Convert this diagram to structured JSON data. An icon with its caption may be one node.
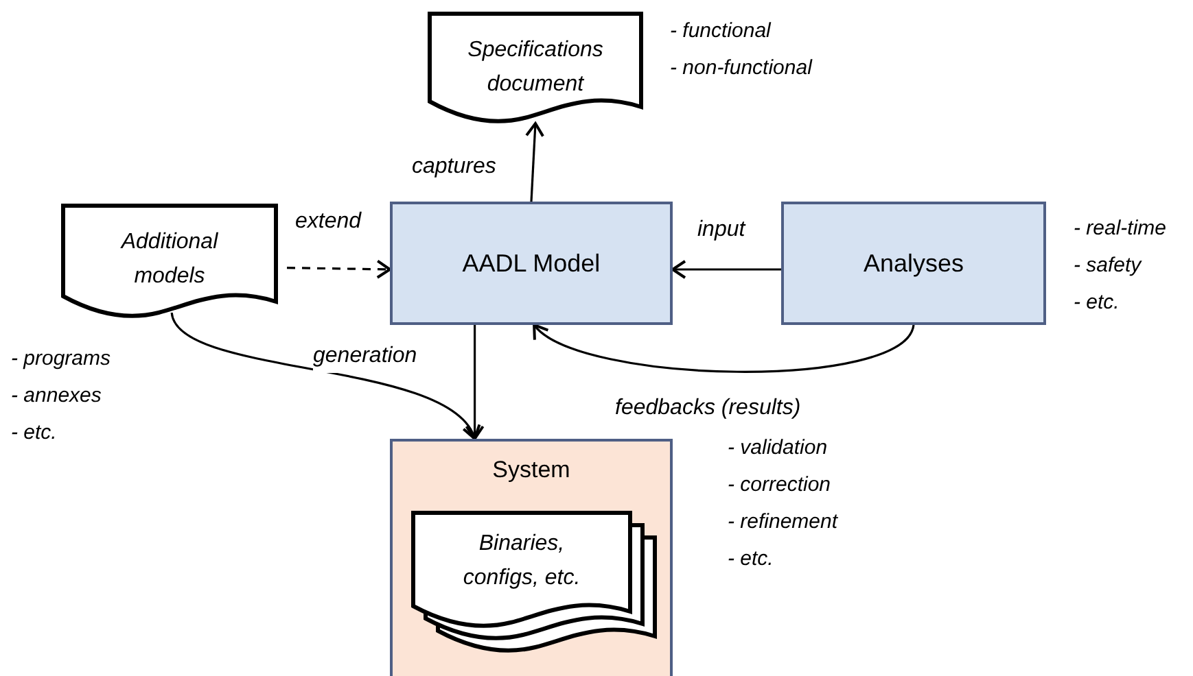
{
  "diagram": {
    "nodes": [
      {
        "text": [
          "Specifications document"
        ],
        "beside": [
          "- functional",
          "- non-functional"
        ]
      },
      {
        "text": [
          "Additional models"
        ],
        "beside": [
          "- programs",
          "- annexes",
          "- etc."
        ]
      },
      {
        "text": [
          "AADL Model"
        ]
      },
      {
        "text": [
          "Analyses"
        ],
        "beside": [
          "- real-time",
          "- safety",
          "- etc."
        ]
      },
      {
        "text": [
          "System"
        ]
      },
      {
        "text": [
          "Binaries, configs, etc."
        ],
        "in": 4
      }
    ],
    "edges": [
      {
        "from": 2,
        "to": 0,
        "arrow": "to",
        "label": "captures"
      },
      {
        "from": 1,
        "to": 2,
        "arrow": "to",
        "label": "extend",
        "style": "dashed"
      },
      {
        "from": 3,
        "to": 2,
        "arrow": "to",
        "label": "input"
      },
      {
        "from": 2,
        "to": 4,
        "arrow": "to"
      },
      {
        "from": 1,
        "to": 4,
        "arrow": "to",
        "label": "generation"
      },
      {
        "from": 3,
        "to": 2,
        "arrow": "to",
        "label": "feedbacks (results)"
      }
    ],
    "labels": [
      "- validation",
      "- correction",
      "- refinement",
      "- etc."
    ]
  }
}
